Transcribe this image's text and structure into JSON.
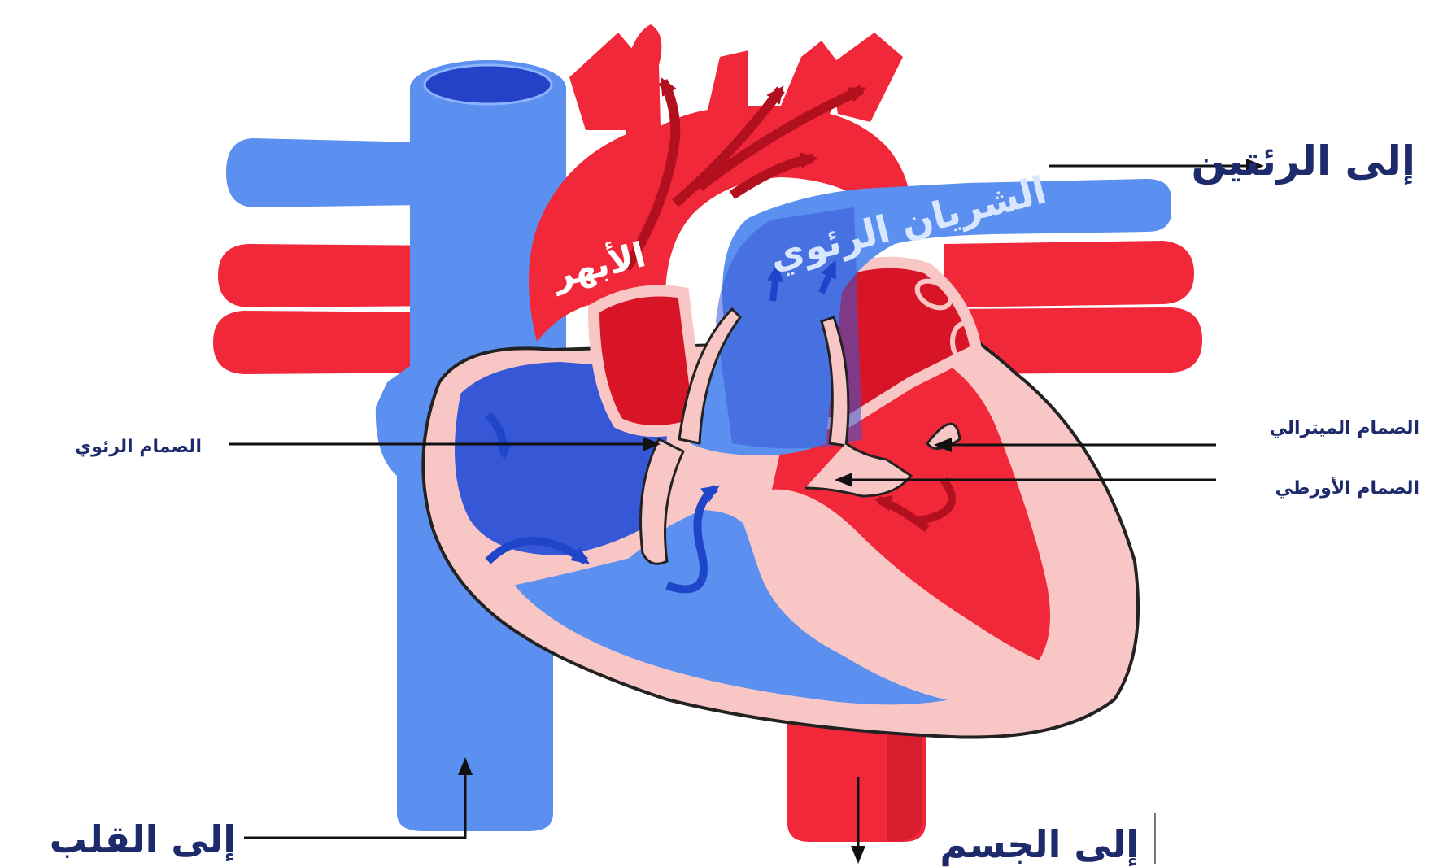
{
  "colors": {
    "vein_blue": "#5b8ff0",
    "vein_blue_dark": "#2f4fcf",
    "artery_red": "#f0283a",
    "artery_red_dark": "#d01225",
    "muscle_pink": "#f8c6c4",
    "label_navy": "#1d2a6b",
    "arrow_black": "#111111"
  },
  "labels": {
    "to_lungs": "إلى الرئتين",
    "pulmonary_artery": "الشريان الرئوي",
    "aorta": "الأبهر",
    "pulmonary_valve": "الصمام الرئوي",
    "mitral_valve": "الصمام الميترالي",
    "aortic_valve": "الصمام الأورطي",
    "to_heart": "إلى القلب",
    "to_body": "إلى الجسم"
  }
}
